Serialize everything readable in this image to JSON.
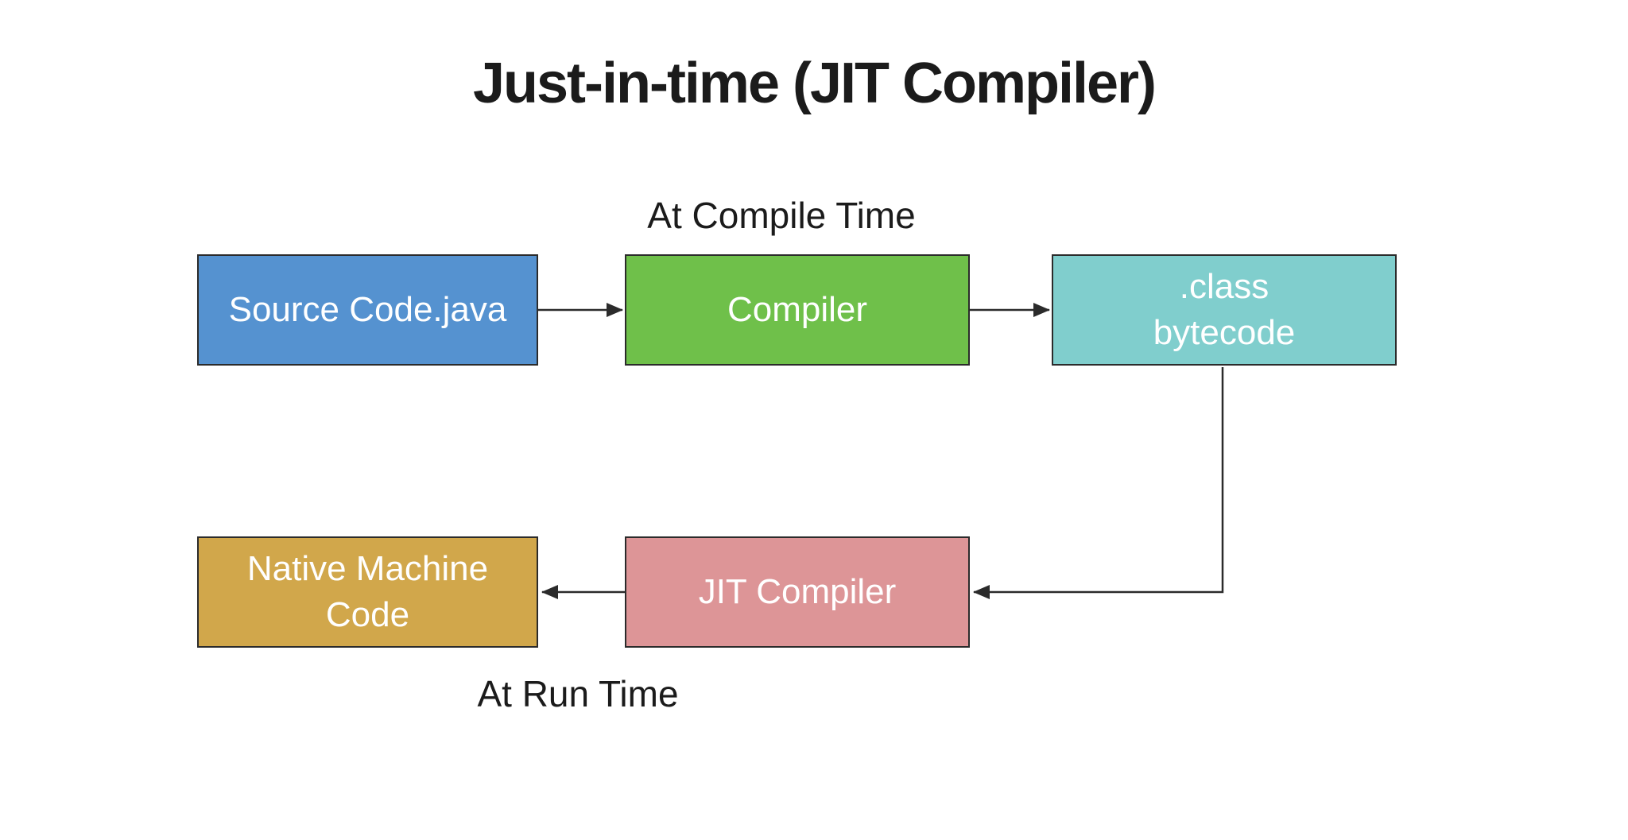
{
  "title": "Just-in-time (JIT Compiler)",
  "labels": {
    "compile_time": "At Compile Time",
    "run_time": "At Run Time"
  },
  "nodes": {
    "source": {
      "label": "Source Code.java",
      "color": "#5592d0"
    },
    "compiler": {
      "label": "Compiler",
      "color": "#6fc04a"
    },
    "bytecode": {
      "line1": ".class",
      "line2": "bytecode",
      "color": "#80cecd"
    },
    "jit": {
      "label": "JIT Compiler",
      "color": "#dd9597"
    },
    "native": {
      "line1": "Native Machine",
      "line2": "Code",
      "color": "#d1a74b"
    }
  },
  "edges": [
    {
      "from": "Source Code.java",
      "to": "Compiler",
      "style": "straight-right"
    },
    {
      "from": "Compiler",
      "to": ".class bytecode",
      "style": "straight-right"
    },
    {
      "from": ".class bytecode",
      "to": "JIT Compiler",
      "style": "elbow-down-left"
    },
    {
      "from": "JIT Compiler",
      "to": "Native Machine Code",
      "style": "straight-left"
    }
  ],
  "colors": {
    "background": "#ffffff",
    "line": "#2b2b2b",
    "box_border": "#2b2b2b",
    "box_text": "#ffffff",
    "title_text": "#1b1b1b",
    "label_text": "#1b1b1b"
  }
}
